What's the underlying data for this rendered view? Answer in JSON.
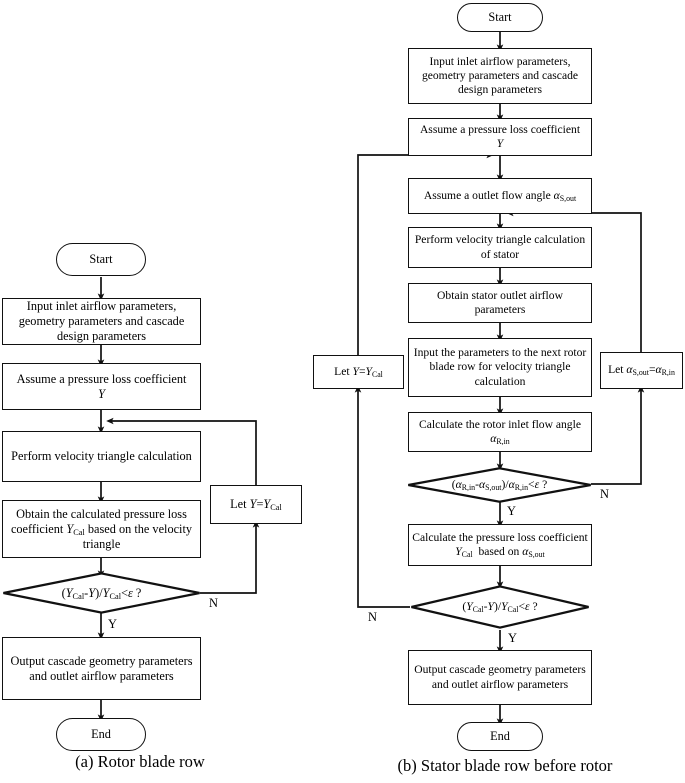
{
  "figure": {
    "type": "flowchart",
    "panels": [
      {
        "id": "a",
        "caption": "(a) Rotor blade row",
        "nodes": [
          {
            "id": "a-start",
            "shape": "terminator",
            "text": "Start"
          },
          {
            "id": "a-input",
            "shape": "process",
            "text": "Input inlet airflow parameters, geometry parameters and cascade design parameters"
          },
          {
            "id": "a-assume-y",
            "shape": "process",
            "text": "Assume a pressure loss coefficient Y"
          },
          {
            "id": "a-velocity",
            "shape": "process",
            "text": "Perform velocity triangle calculation"
          },
          {
            "id": "a-obtain",
            "shape": "process",
            "text": "Obtain the calculated pressure loss coefficient YCal based on the velocity triangle"
          },
          {
            "id": "a-decision",
            "shape": "decision",
            "text": "(YCal-Y)/YCal<ε ?"
          },
          {
            "id": "a-let",
            "shape": "process",
            "text": "Let Y=YCal"
          },
          {
            "id": "a-output",
            "shape": "process",
            "text": "Output cascade geometry parameters and outlet airflow parameters"
          },
          {
            "id": "a-end",
            "shape": "terminator",
            "text": "End"
          }
        ],
        "edge_labels": {
          "yes": "Y",
          "no": "N"
        }
      },
      {
        "id": "b",
        "caption": "(b) Stator blade row before rotor",
        "nodes": [
          {
            "id": "b-start",
            "shape": "terminator",
            "text": "Start"
          },
          {
            "id": "b-input",
            "shape": "process",
            "text": "Input inlet airflow parameters, geometry parameters and cascade design parameters"
          },
          {
            "id": "b-assume-y",
            "shape": "process",
            "text": "Assume a pressure loss coefficient Y"
          },
          {
            "id": "b-assume-alpha",
            "shape": "process",
            "text": "Assume a outlet flow angle αS,out"
          },
          {
            "id": "b-velocity",
            "shape": "process",
            "text": "Perform velocity triangle calculation of stator"
          },
          {
            "id": "b-obtain",
            "shape": "process",
            "text": "Obtain stator outlet airflow parameters"
          },
          {
            "id": "b-input-next",
            "shape": "process",
            "text": "Input the parameters to the next rotor blade row for velocity triangle calculation"
          },
          {
            "id": "b-calc-angle",
            "shape": "process",
            "text": "Calculate the rotor inlet flow angle αR,in"
          },
          {
            "id": "b-decision-alpha",
            "shape": "decision",
            "text": "(αR,in-αS,out)/αR,in<ε ?"
          },
          {
            "id": "b-calc-loss",
            "shape": "process",
            "text": "Calculate the pressure loss coefficient YCal  based on αS,out"
          },
          {
            "id": "b-decision-y",
            "shape": "decision",
            "text": "(YCal-Y)/YCal<ε ?"
          },
          {
            "id": "b-let-y",
            "shape": "process",
            "text": "Let Y=YCal"
          },
          {
            "id": "b-let-alpha",
            "shape": "process",
            "text": "Let αS,out=αR,in"
          },
          {
            "id": "b-output",
            "shape": "process",
            "text": "Output cascade geometry parameters and outlet airflow parameters"
          },
          {
            "id": "b-end",
            "shape": "terminator",
            "text": "End"
          }
        ],
        "edge_labels": {
          "yes": "Y",
          "no": "N"
        }
      }
    ],
    "labels": {
      "start": "Start",
      "end": "End",
      "yes": "Y",
      "no": "N",
      "a_caption": "(a) Rotor blade row",
      "b_caption": "(b) Stator blade row before rotor",
      "a_input": "Input inlet airflow parameters, geometry parameters and cascade design parameters",
      "a_assume_y_line1": "Assume a pressure loss coefficient",
      "a_assume_y_line2": "Y",
      "a_velocity": "Perform velocity triangle calculation",
      "a_obtain": "Obtain the calculated pressure loss coefficient Y_Cal based on the velocity triangle",
      "a_let": "Let Y=Y_Cal",
      "a_decision": "(Y_Cal-Y)/Y_Cal<ε ?",
      "a_output": "Output cascade geometry parameters and outlet airflow parameters",
      "b_input": "Input inlet airflow parameters, geometry parameters and cascade design parameters",
      "b_assume_y_line1": "Assume a pressure loss coefficient",
      "b_assume_y_line2": "Y",
      "b_assume_alpha": "Assume a outlet flow angle α_S,out",
      "b_velocity": "Perform velocity triangle calculation of stator",
      "b_obtain": "Obtain stator outlet airflow parameters",
      "b_input_next": "Input the parameters to the next rotor blade row for velocity triangle calculation",
      "b_calc_angle": "Calculate the rotor inlet flow angle α_R,in",
      "b_decision_alpha": "(α_R,in-α_S,out)/α_R,in<ε ?",
      "b_calc_loss": "Calculate the pressure loss coefficient Y_Cal based on α_S,out",
      "b_decision_y": "(Y_Cal-Y)/Y_Cal<ε ?",
      "b_let_y": "Let Y=Y_Cal",
      "b_let_alpha": "Let α_S,out=α_R,in",
      "b_output": "Output cascade geometry parameters and outlet airflow parameters"
    },
    "colors": {
      "stroke": "#111111",
      "background": "#ffffff",
      "text": "#000000"
    }
  }
}
